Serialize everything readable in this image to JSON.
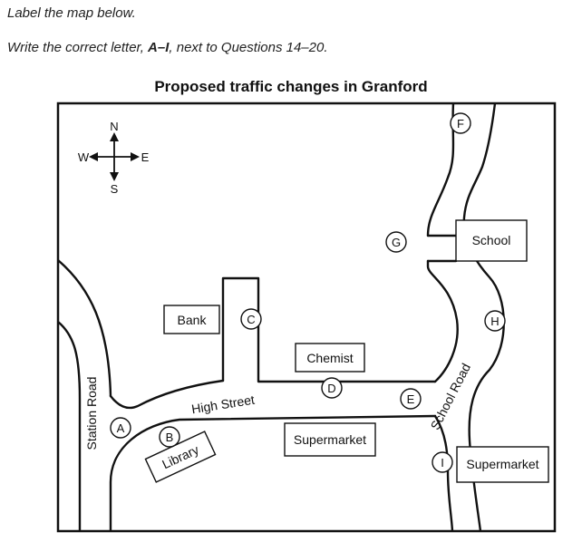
{
  "instructions": {
    "line1": "Label the map below.",
    "line2_prefix": "Write the correct letter, ",
    "line2_range": "A–I",
    "line2_suffix": ", next to Questions 14–20."
  },
  "map": {
    "title": "Proposed traffic changes in Granford",
    "compass": {
      "north": "N",
      "south": "S",
      "east": "E",
      "west": "W"
    },
    "streets": {
      "high_street": "High Street",
      "station_road": "Station Road",
      "school_road": "School Road"
    },
    "buildings": {
      "bank": "Bank",
      "chemist": "Chemist",
      "school": "School",
      "supermarket_centre": "Supermarket",
      "library": "Library",
      "supermarket_right": "Supermarket"
    },
    "markers": {
      "a": "A",
      "b": "B",
      "c": "C",
      "d": "D",
      "e": "E",
      "f": "F",
      "g": "G",
      "h": "H",
      "i": "I"
    }
  }
}
